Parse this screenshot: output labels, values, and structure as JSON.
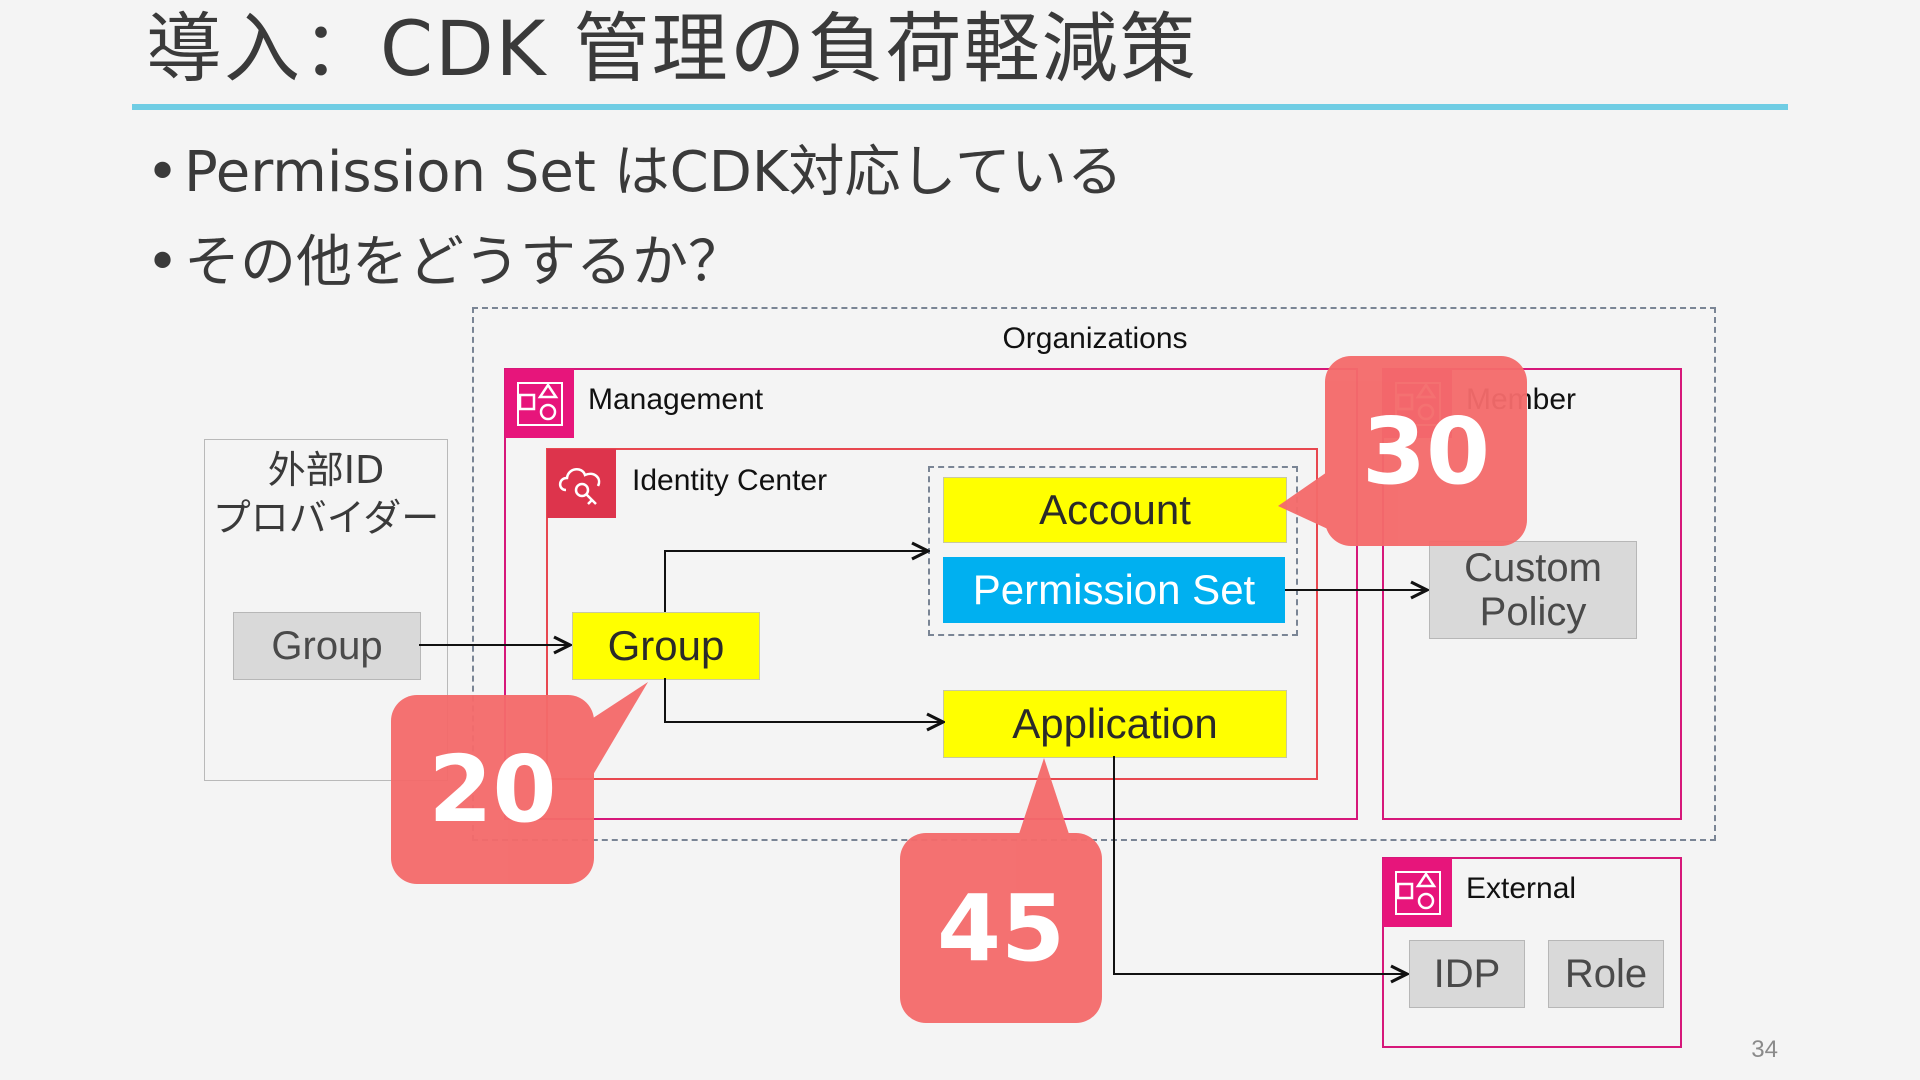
{
  "slide": {
    "title": "導入：CDK 管理の負荷軽減策",
    "bullets": [
      "Permission Set はCDK対応している",
      "その他をどうするか？"
    ],
    "page_number": "34"
  },
  "diagram": {
    "organizations_label": "Organizations",
    "management_label": "Management",
    "member_label": "Member",
    "external_label": "External",
    "identity_center_label": "Identity Center",
    "external_idp_panel": {
      "line1": "外部ID",
      "line2": "プロバイダー",
      "group": "Group"
    },
    "nodes": {
      "group": "Group",
      "account": "Account",
      "permission_set": "Permission Set",
      "application": "Application",
      "custom_policy_line1": "Custom",
      "custom_policy_line2": "Policy",
      "idp": "IDP",
      "role": "Role"
    },
    "callouts": [
      "20",
      "30",
      "45"
    ],
    "colors": {
      "accent_rule": "#6fcde4",
      "account_box": "#ff00a0",
      "identity_center": "#e8474f",
      "yellow": "#ffff00",
      "blue": "#00b0f0",
      "callout": "#f46b6b"
    }
  }
}
